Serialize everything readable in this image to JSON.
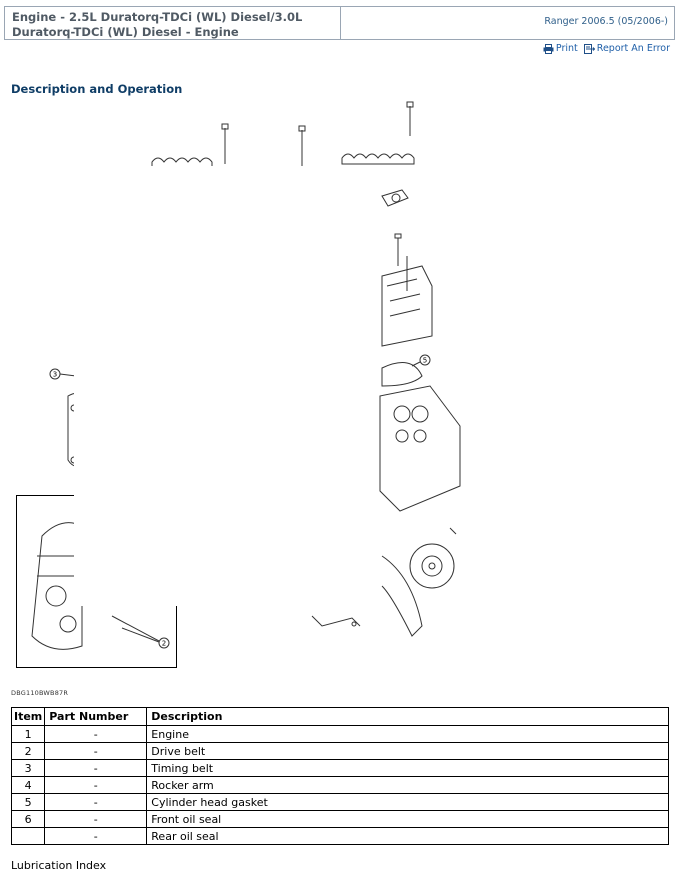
{
  "header": {
    "title": "Engine - 2.5L Duratorq-TDCi (WL) Diesel/3.0L Duratorq-TDCi (WL) Diesel - Engine",
    "model": "Ranger 2006.5 (05/2006-)"
  },
  "actions": {
    "print_label": "Print",
    "report_label": "Report An Error"
  },
  "section_title": "Description and Operation",
  "figure": {
    "id": "DBG110BWB87R",
    "callouts": [
      "2",
      "3",
      "5"
    ]
  },
  "table": {
    "headers": [
      "Item",
      "Part Number",
      "Description"
    ],
    "rows": [
      {
        "item": "1",
        "part": "-",
        "desc": "Engine"
      },
      {
        "item": "2",
        "part": "-",
        "desc": "Drive belt"
      },
      {
        "item": "3",
        "part": "-",
        "desc": "Timing belt"
      },
      {
        "item": "4",
        "part": "-",
        "desc": "Rocker arm"
      },
      {
        "item": "5",
        "part": "-",
        "desc": "Cylinder head gasket"
      },
      {
        "item": "6",
        "part": "-",
        "desc": "Front oil seal"
      },
      {
        "item": "",
        "part": "-",
        "desc": "Rear oil seal"
      }
    ]
  },
  "footer_text": "Lubrication Index"
}
